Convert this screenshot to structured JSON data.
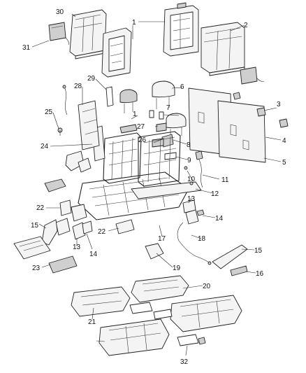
{
  "callouts": [
    {
      "id": "c1a",
      "text": "1"
    },
    {
      "id": "c2",
      "text": "2"
    },
    {
      "id": "c3",
      "text": "3"
    },
    {
      "id": "c4",
      "text": "4"
    },
    {
      "id": "c5",
      "text": "5"
    },
    {
      "id": "c6",
      "text": "6"
    },
    {
      "id": "c7",
      "text": "7"
    },
    {
      "id": "c8",
      "text": "8"
    },
    {
      "id": "c9",
      "text": "9"
    },
    {
      "id": "c10",
      "text": "10"
    },
    {
      "id": "c11",
      "text": "11"
    },
    {
      "id": "c12",
      "text": "12"
    },
    {
      "id": "c13a",
      "text": "13"
    },
    {
      "id": "c13b",
      "text": "13"
    },
    {
      "id": "c14a",
      "text": "14"
    },
    {
      "id": "c14b",
      "text": "14"
    },
    {
      "id": "c15a",
      "text": "15"
    },
    {
      "id": "c15b",
      "text": "15"
    },
    {
      "id": "c16",
      "text": "16"
    },
    {
      "id": "c17",
      "text": "17"
    },
    {
      "id": "c18",
      "text": "18"
    },
    {
      "id": "c19",
      "text": "19"
    },
    {
      "id": "c20",
      "text": "20"
    },
    {
      "id": "c21",
      "text": "21"
    },
    {
      "id": "c22a",
      "text": "22"
    },
    {
      "id": "c22b",
      "text": "22"
    },
    {
      "id": "c23",
      "text": "23"
    },
    {
      "id": "c24",
      "text": "24"
    },
    {
      "id": "c25",
      "text": "25"
    },
    {
      "id": "c26",
      "text": "26"
    },
    {
      "id": "c27",
      "text": "27"
    },
    {
      "id": "c28",
      "text": "28"
    },
    {
      "id": "c29",
      "text": "29"
    },
    {
      "id": "c30",
      "text": "30"
    },
    {
      "id": "c31",
      "text": "31"
    },
    {
      "id": "c32",
      "text": "32"
    },
    {
      "id": "c1b",
      "text": "1"
    }
  ]
}
